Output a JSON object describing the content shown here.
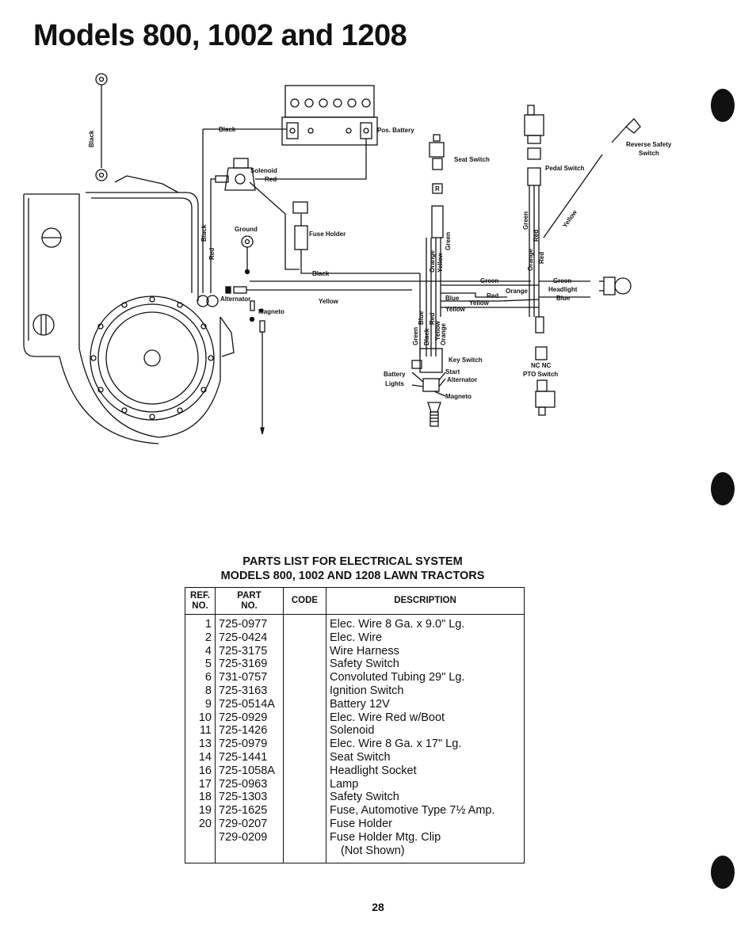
{
  "page": {
    "title": "Models 800, 1002 and 1208",
    "page_number": "28"
  },
  "diagram": {
    "labels": {
      "black_top": "Black",
      "black_battery": "Black",
      "pos_battery": "Pos. Battery",
      "solenoid": "Solenoid",
      "red_solenoid": "Red",
      "seat_switch": "Seat Switch",
      "pedal_switch": "Pedal Switch",
      "reverse_safety_switch_1": "Reverse Safety",
      "reverse_safety_switch_2": "Switch",
      "yellow_diag": "Yellow",
      "fuse_holder": "Fuse Holder",
      "ground": "Ground",
      "black_vertical": "Black",
      "red_vertical": "Red",
      "black_fuse": "Black",
      "green_harness": "Green",
      "green_headlight": "Green",
      "headlight": "Headlight",
      "blue_headlight": "Blue",
      "orange_harness": "Orange",
      "red_harness": "Red",
      "blue_harness": "Blue",
      "yellow_harness": "Yellow",
      "yellow_short": "Yellow",
      "alternator": "Alternator",
      "yellow_alt": "Yellow",
      "magneto": "Magneto",
      "harness_orange": "Orange",
      "harness_yellow": "Yellow",
      "harness_green": "Green",
      "right_green": "Green",
      "right_red": "Red",
      "right_orange": "Orange",
      "right_red2": "Red",
      "ks_green": "Green",
      "ks_blue": "Blue",
      "ks_black": "Black",
      "ks_red": "Red",
      "ks_yellow": "Yellow",
      "ks_orange": "Orange",
      "key_switch": "Key Switch",
      "start": "Start",
      "battery": "Battery",
      "alternator_key": "Alternator",
      "lights": "Lights",
      "magneto_key": "Magneto",
      "nc_nc": "NC NC",
      "pto_switch": "PTO Switch",
      "seat_r": "R"
    }
  },
  "parts_list": {
    "heading_line1": "PARTS LIST FOR ELECTRICAL SYSTEM",
    "heading_line2": "MODELS 800, 1002 AND 1208 LAWN TRACTORS",
    "columns": {
      "ref_line1": "REF.",
      "ref_line2": "NO.",
      "part_line1": "PART",
      "part_line2": "NO.",
      "code": "CODE",
      "description": "DESCRIPTION"
    },
    "rows": [
      {
        "ref": "1",
        "part": "725-0977",
        "code": "",
        "description": "Elec. Wire 8 Ga. x 9.0\" Lg."
      },
      {
        "ref": "2",
        "part": "725-0424",
        "code": "",
        "description": "Elec. Wire"
      },
      {
        "ref": "4",
        "part": "725-3175",
        "code": "",
        "description": "Wire Harness"
      },
      {
        "ref": "5",
        "part": "725-3169",
        "code": "",
        "description": "Safety Switch"
      },
      {
        "ref": "6",
        "part": "731-0757",
        "code": "",
        "description": "Convoluted Tubing 29\" Lg."
      },
      {
        "ref": "8",
        "part": "725-3163",
        "code": "",
        "description": "Ignition Switch"
      },
      {
        "ref": "9",
        "part": "725-0514A",
        "code": "",
        "description": "Battery 12V"
      },
      {
        "ref": "10",
        "part": "725-0929",
        "code": "",
        "description": "Elec. Wire Red w/Boot"
      },
      {
        "ref": "11",
        "part": "725-1426",
        "code": "",
        "description": "Solenoid"
      },
      {
        "ref": "13",
        "part": "725-0979",
        "code": "",
        "description": "Elec. Wire 8 Ga. x 17\" Lg."
      },
      {
        "ref": "14",
        "part": "725-1441",
        "code": "",
        "description": "Seat Switch"
      },
      {
        "ref": "16",
        "part": "725-1058A",
        "code": "",
        "description": "Headlight Socket"
      },
      {
        "ref": "17",
        "part": "725-0963",
        "code": "",
        "description": "Lamp"
      },
      {
        "ref": "18",
        "part": "725-1303",
        "code": "",
        "description": "Safety Switch"
      },
      {
        "ref": "19",
        "part": "725-1625",
        "code": "",
        "description": "Fuse, Automotive Type 7½ Amp."
      },
      {
        "ref": "20",
        "part": "729-0207",
        "code": "",
        "description": "Fuse Holder"
      },
      {
        "ref": "",
        "part": "729-0209",
        "code": "",
        "description": "Fuse Holder Mtg. Clip"
      },
      {
        "ref": "",
        "part": "",
        "code": "",
        "description": "(Not Shown)"
      }
    ]
  }
}
